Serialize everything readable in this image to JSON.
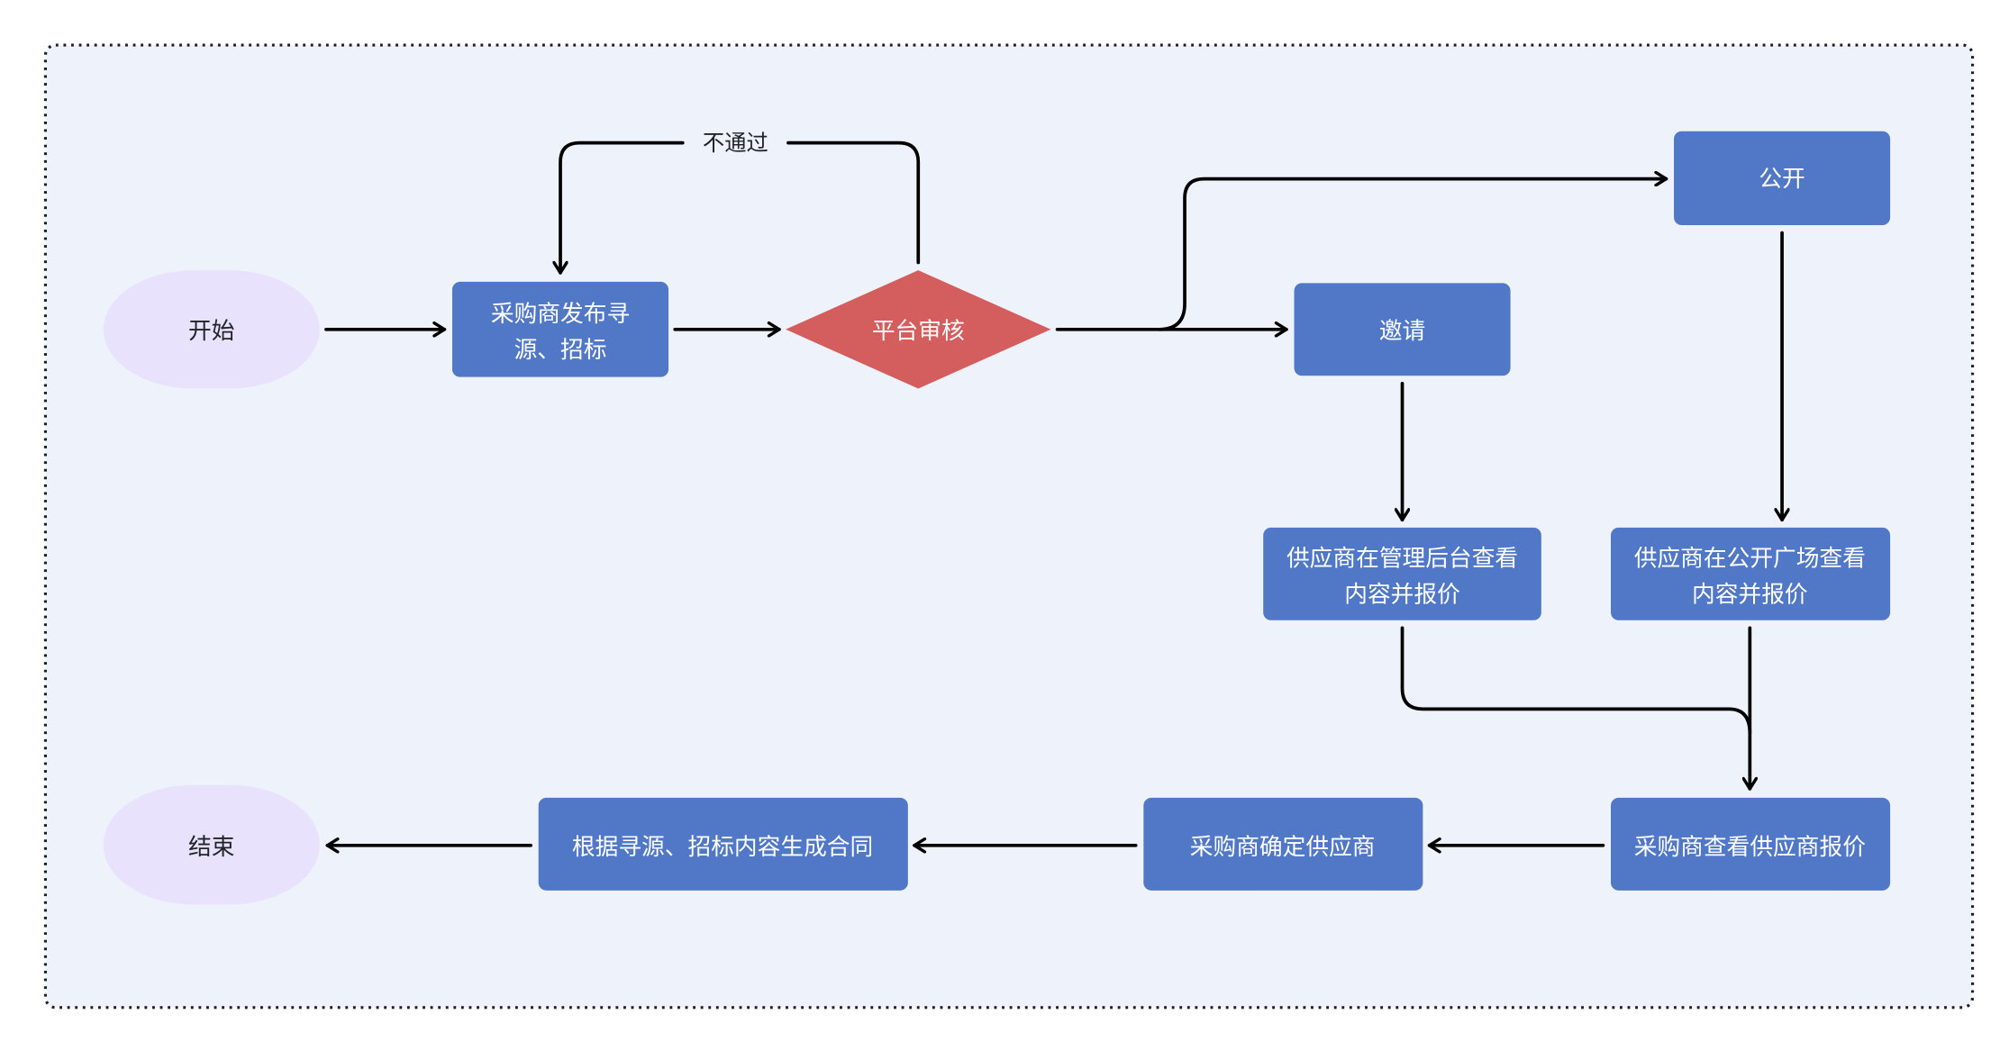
{
  "colors": {
    "canvas_bg": "#eef3fb",
    "border": "#1f1f1f",
    "terminal": "#e9e2fd",
    "process": "#5178c6",
    "decision": "#d45d5d",
    "edge": "#000000"
  },
  "nodes": {
    "start": {
      "label": "开始",
      "shape": "terminal"
    },
    "publish": {
      "lines": [
        "采购商发布寻",
        "源、招标"
      ],
      "shape": "process"
    },
    "review": {
      "label": "平台审核",
      "shape": "decision"
    },
    "invite": {
      "label": "邀请",
      "shape": "process"
    },
    "public": {
      "label": "公开",
      "shape": "process"
    },
    "supplier_admin": {
      "lines": [
        "供应商在管理后台查看",
        "内容并报价"
      ],
      "shape": "process"
    },
    "supplier_public": {
      "lines": [
        "供应商在公开广场查看",
        "内容并报价"
      ],
      "shape": "process"
    },
    "buyer_view": {
      "label": "采购商查看供应商报价",
      "shape": "process"
    },
    "buyer_confirm": {
      "label": "采购商确定供应商",
      "shape": "process"
    },
    "contract": {
      "label": "根据寻源、招标内容生成合同",
      "shape": "process"
    },
    "end": {
      "label": "结束",
      "shape": "terminal"
    }
  },
  "edges": [
    {
      "from": "start",
      "to": "publish"
    },
    {
      "from": "publish",
      "to": "review"
    },
    {
      "from": "review",
      "to": "publish",
      "label": "不通过"
    },
    {
      "from": "review",
      "to": "invite"
    },
    {
      "from": "review",
      "to": "public"
    },
    {
      "from": "invite",
      "to": "supplier_admin"
    },
    {
      "from": "public",
      "to": "supplier_public"
    },
    {
      "from": "supplier_admin",
      "to": "buyer_view"
    },
    {
      "from": "supplier_public",
      "to": "buyer_view"
    },
    {
      "from": "buyer_view",
      "to": "buyer_confirm"
    },
    {
      "from": "buyer_confirm",
      "to": "contract"
    },
    {
      "from": "contract",
      "to": "end"
    }
  ],
  "edge_labels": {
    "reject": "不通过"
  }
}
